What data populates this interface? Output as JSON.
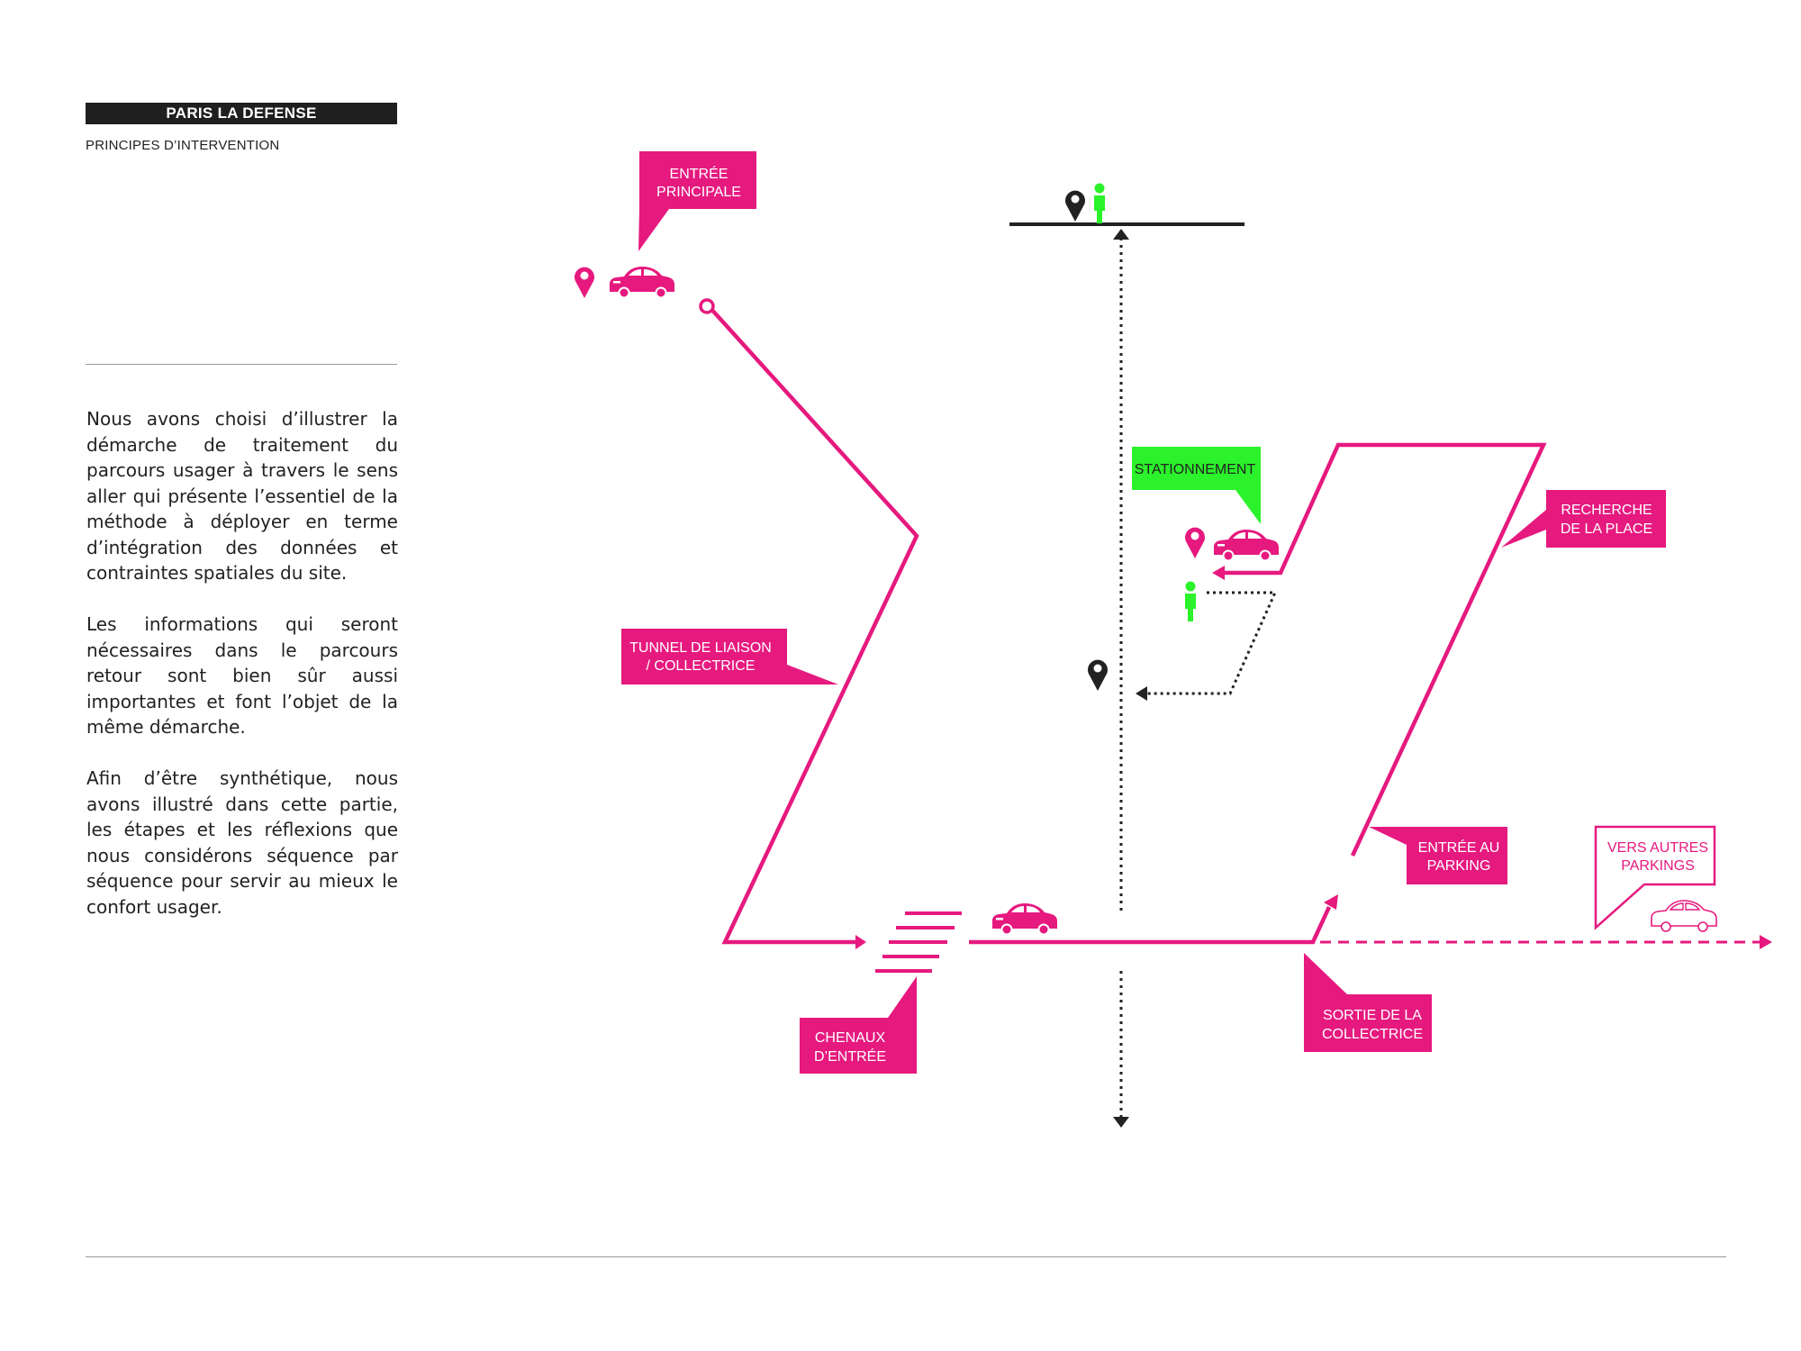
{
  "header": {
    "title": "PARIS LA DEFENSE",
    "subtitle": "PRINCIPES D’INTERVENTION"
  },
  "body": {
    "paragraphs": [
      "Nous avons choisi d’illustrer la démarche de traitement du parcours usager à travers le sens aller qui présente l’essentiel de la méthode à déployer en terme d’intégration des données et contraintes spatiales du site.",
      "Les informations qui seront nécessaires dans le parcours retour sont bien sûr aussi importantes et font l’objet de la même démarche.",
      "Afin d’être synthétique, nous avons illustré dans cette partie, les étapes et les réflexions  que nous considérons séquence par séquence pour servir au mieux le confort usager."
    ]
  },
  "diagram": {
    "colors": {
      "primary": "#e6197f",
      "secondary": "#2bf22b",
      "dark": "#222222"
    },
    "labels": {
      "entree_principale": [
        "ENTRÉE",
        "PRINCIPALE"
      ],
      "stationnement": [
        "STATIONNEMENT"
      ],
      "recherche_place": [
        "RECHERCHE",
        "DE LA PLACE"
      ],
      "tunnel_liaison": [
        "TUNNEL DE LIAISON",
        "/ COLLECTRICE"
      ],
      "entree_parking": [
        "ENTRÉE AU",
        "PARKING"
      ],
      "vers_autres_parkings": [
        "VERS AUTRES",
        "PARKINGS"
      ],
      "chenaux_entree": [
        "CHENAUX",
        "D’ENTRÉE"
      ],
      "sortie_collectrice": [
        "SORTIE DE LA",
        "COLLECTRICE"
      ]
    },
    "icons": [
      "location-pin-icon",
      "car-icon",
      "pedestrian-icon",
      "arrow-icon"
    ]
  }
}
